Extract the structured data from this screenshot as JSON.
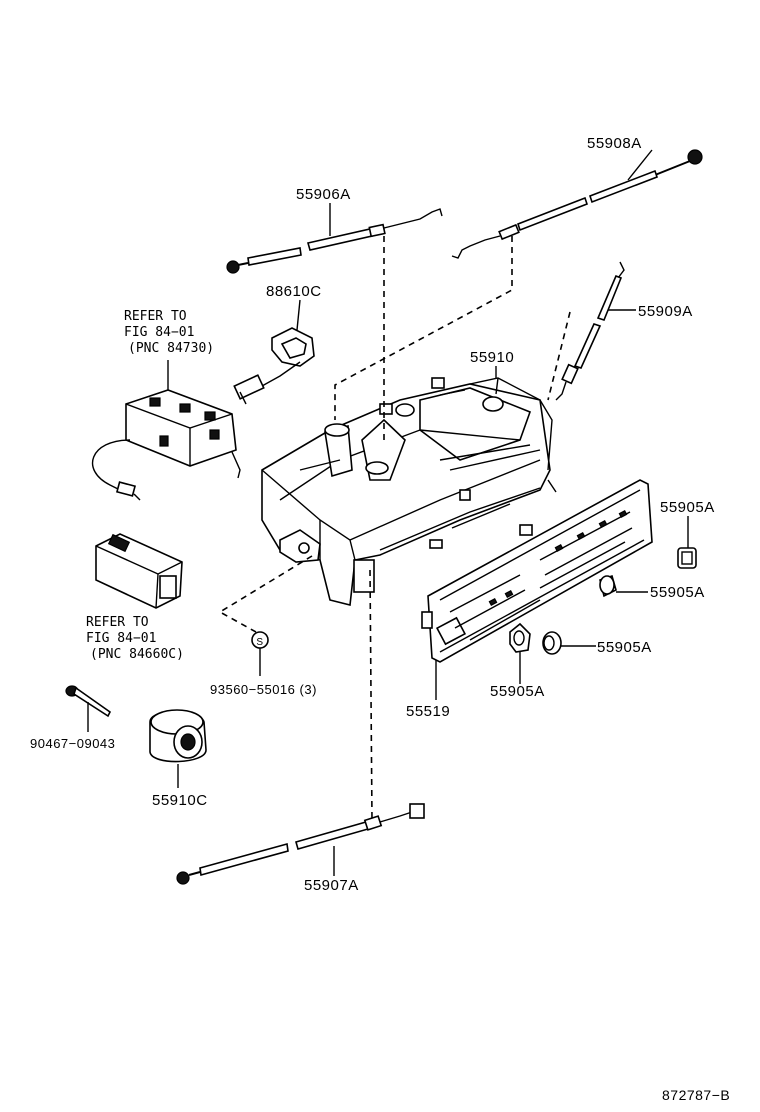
{
  "parts": {
    "p55908A": "55908A",
    "p55906A": "55906A",
    "p88610C": "88610C",
    "p55909A": "55909A",
    "p55910": "55910",
    "p55905A_1": "55905A",
    "p55905A_2": "55905A",
    "p55905A_3": "55905A",
    "p55905A_4": "55905A",
    "p55519": "55519",
    "p93560": "93560−55016 (3)",
    "p90467": "90467−09043",
    "p55910C": "55910C",
    "p55907A": "55907A"
  },
  "references": {
    "ref1_line1": "REFER TO",
    "ref1_line2": "FIG 84−01",
    "ref1_line3": "(PNC 84730)",
    "ref2_line1": "REFER TO",
    "ref2_line2": "FIG 84−01",
    "ref2_line3": "(PNC 84660C)"
  },
  "washer_symbol": "S",
  "drawing_number": "872787−B"
}
